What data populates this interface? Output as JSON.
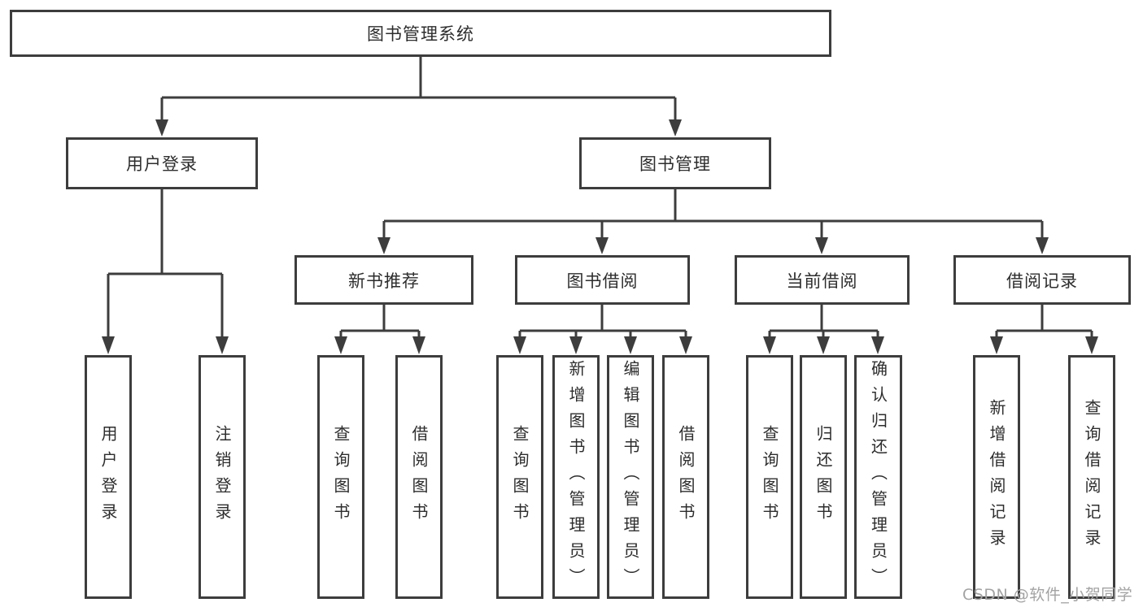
{
  "diagram_title": "图书管理系统",
  "tree": {
    "root": {
      "label": "图书管理系统",
      "children": [
        {
          "label": "用户登录",
          "children": [
            {
              "label": "用户登录"
            },
            {
              "label": "注销登录"
            }
          ]
        },
        {
          "label": "图书管理",
          "children": [
            {
              "label": "新书推荐",
              "children": [
                {
                  "label": "查询图书"
                },
                {
                  "label": "借阅图书"
                }
              ]
            },
            {
              "label": "图书借阅",
              "children": [
                {
                  "label": "查询图书"
                },
                {
                  "label": "新增图书（管理员）"
                },
                {
                  "label": "编辑图书（管理员）"
                },
                {
                  "label": "借阅图书"
                }
              ]
            },
            {
              "label": "当前借阅",
              "children": [
                {
                  "label": "查询图书"
                },
                {
                  "label": "归还图书"
                },
                {
                  "label": "确认归还（管理员）"
                }
              ]
            },
            {
              "label": "借阅记录",
              "children": [
                {
                  "label": "新增借阅记录"
                },
                {
                  "label": "查询借阅记录"
                }
              ]
            }
          ]
        }
      ]
    }
  },
  "watermark": {
    "text": "CSDN @软件_小贺同学",
    "color": "#a3a3a3"
  },
  "colors": {
    "line": "#3d3d3d",
    "box_border": "#3d3d3d",
    "text": "#2d2d2d",
    "background": "#ffffff"
  }
}
